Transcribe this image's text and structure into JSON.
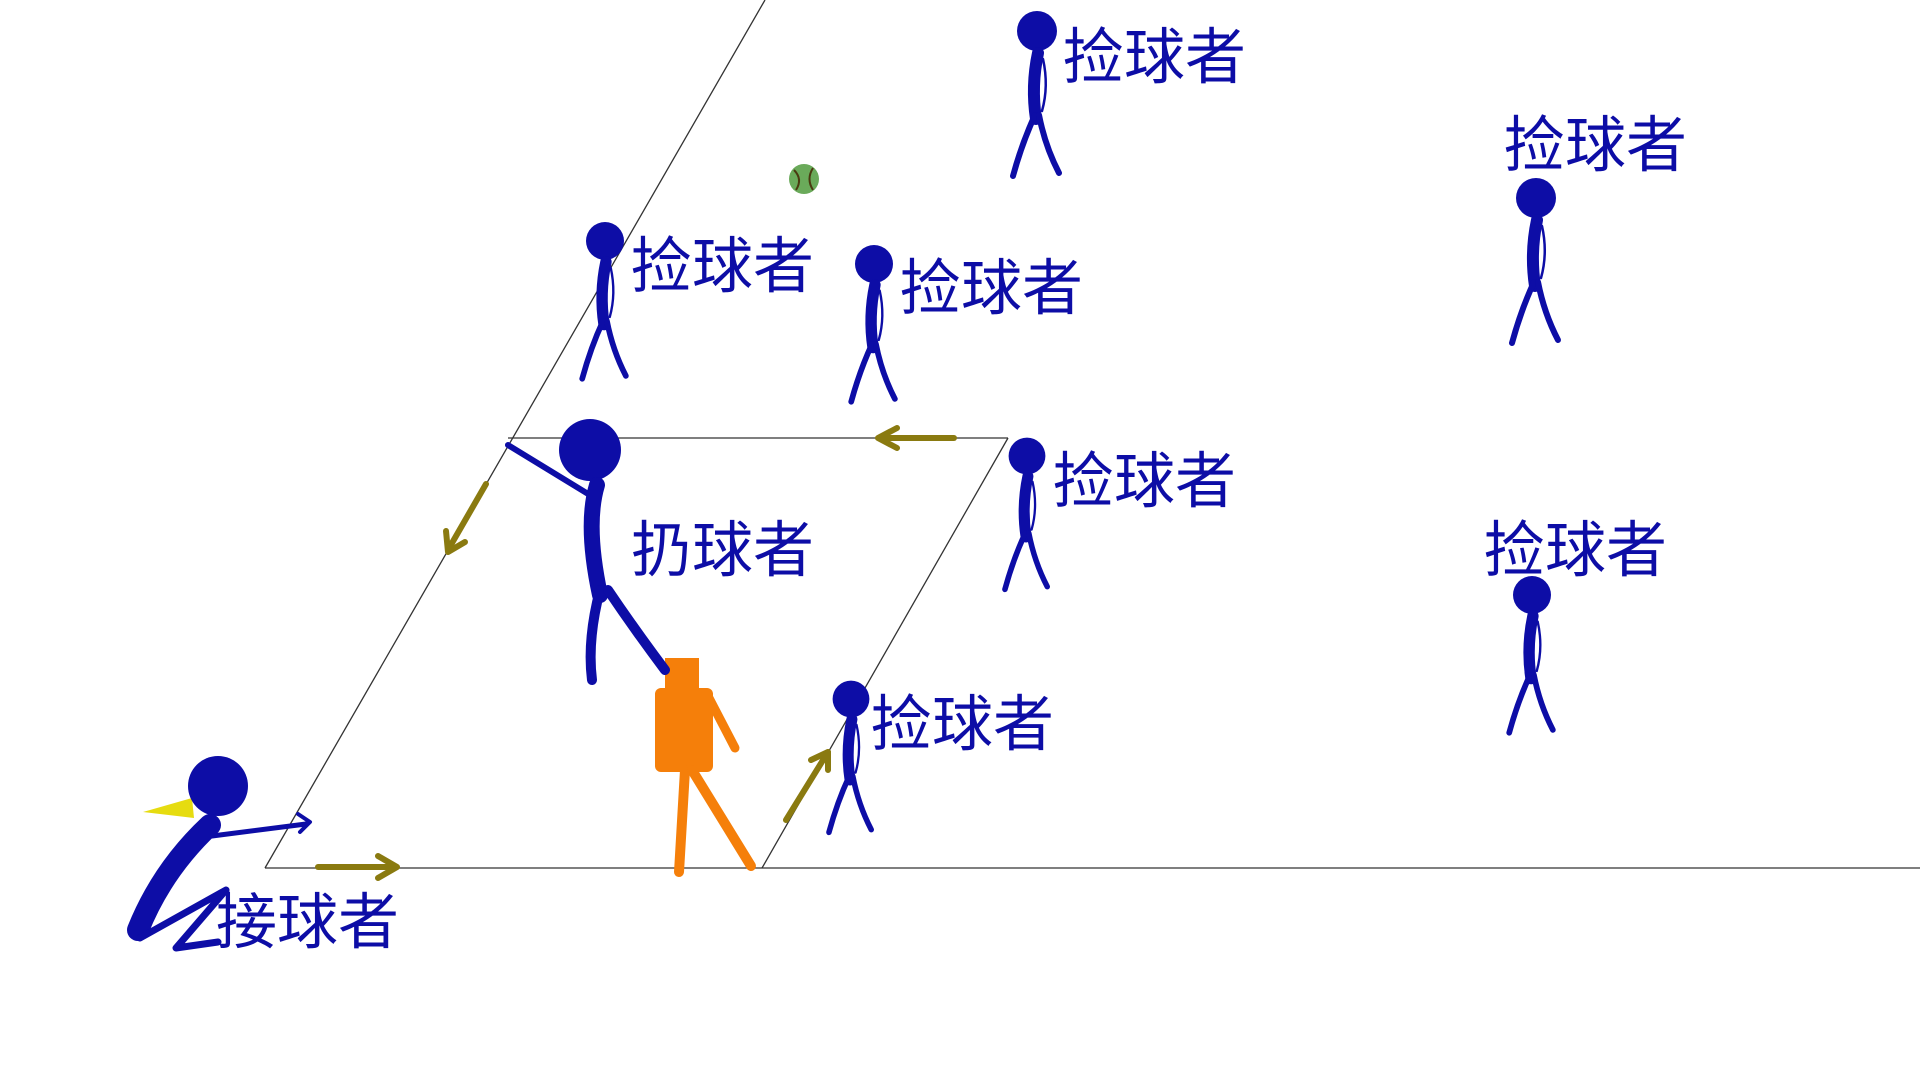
{
  "colors": {
    "figure": "#0d0da6",
    "line": "#333333",
    "arrow": "#8a7a10",
    "machine": "#f57f0a",
    "beak": "#e6dc10",
    "ball": "#6aaa5a",
    "ball_seam": "#4a3a10",
    "background": "#ffffff"
  },
  "labels": {
    "fielder": "捡球者",
    "thrower": "扔球者",
    "catcher": "接球者"
  },
  "icons": {
    "fielder": "stick-figure-walking-icon",
    "thrower": "stick-figure-throwing-icon",
    "catcher": "crouching-figure-icon",
    "machine": "machine-icon",
    "ball": "ball-icon",
    "arrow": "direction-arrow-icon"
  }
}
